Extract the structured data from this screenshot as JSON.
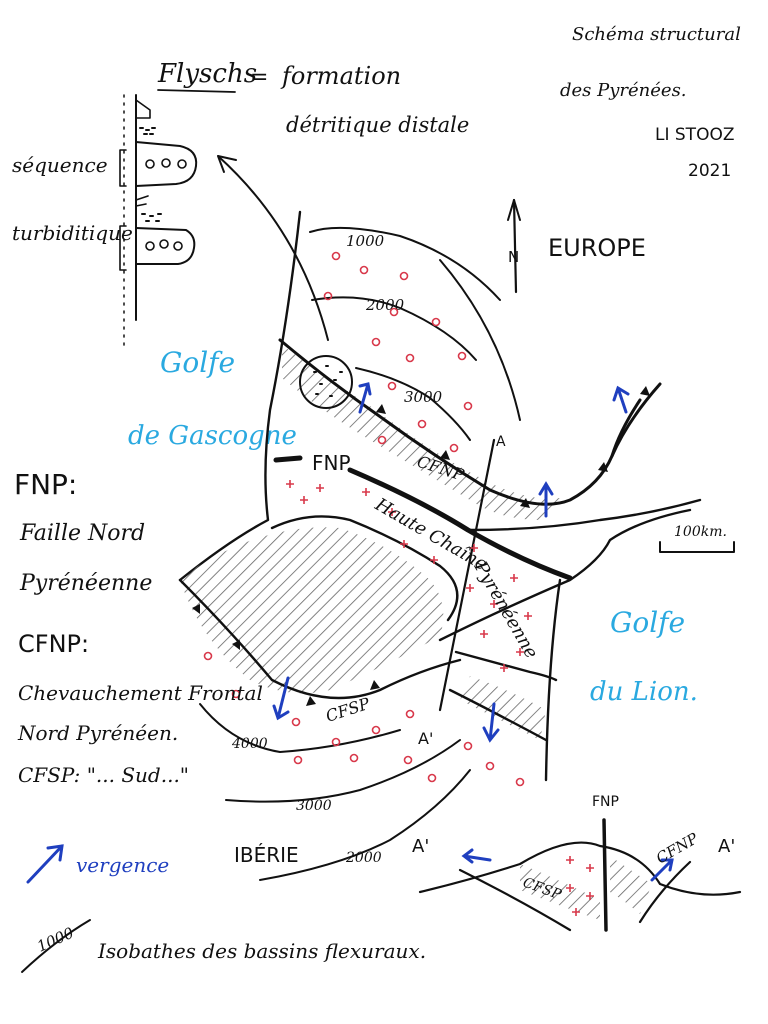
{
  "header": {
    "title_line1": "Schéma structural",
    "title_line2": "des Pyrénées.",
    "author": "LI STOOZ",
    "year": "2021"
  },
  "flysch": {
    "title": "Flyschs",
    "equals": "=",
    "def_line1": "formation",
    "def_line2": "détritique distale",
    "seq_label1": "séquence",
    "seq_label2": "turbiditique"
  },
  "legend": {
    "fnp_abbr": "FNP:",
    "fnp_line1": "Faille Nord",
    "fnp_line2": "Pyrénéenne",
    "cfnp_abbr": "CFNP:",
    "cfnp_line1": "Chevauchement Frontal",
    "cfnp_line2": "Nord Pyrénéen.",
    "cfsp_line": "CFSP: \"... Sud...\"",
    "vergence": "vergence",
    "iso_sample": "1000",
    "iso_text": "Isobathes des bassins flexuraux."
  },
  "map": {
    "europe": "EUROPE",
    "north": "N",
    "gascogne_line1": "Golfe",
    "gascogne_line2": "de Gascogne",
    "lion_line1": "Golfe",
    "lion_line2": "du Lion.",
    "iberie": "IBÉRIE",
    "fnp": "FNP",
    "cfnp": "CFNP",
    "cfsp": "CFSP",
    "haute_chaine_1": "Haute Chaîne",
    "haute_chaine_2": "Pyrénéenne",
    "iso_n": [
      "1000",
      "2000",
      "3000"
    ],
    "iso_s": [
      "4000",
      "3000",
      "2000"
    ],
    "section_a": "A",
    "section_a_prime": "A'",
    "scale": "100km."
  },
  "section": {
    "fnp": "FNP",
    "cfnp": "CFNP",
    "cfsp": "CFSP",
    "a_prime_left": "A'",
    "a_prime_right": "A'"
  },
  "colors": {
    "ink": "#111111",
    "golfe_blue": "#2aa9e0",
    "vergence_blue": "#1f3fbf",
    "marker_red": "#d8384a"
  }
}
